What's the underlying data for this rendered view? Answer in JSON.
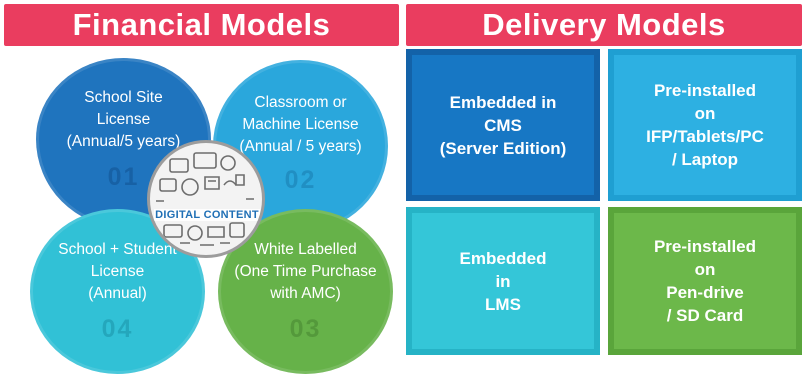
{
  "financial": {
    "title": "Financial Models",
    "center_label": "DIGITAL CONTENT",
    "models": [
      {
        "text": "School Site\nLicense\n(Annual/5 years)",
        "number": "01",
        "color": "#1f74be"
      },
      {
        "text": "Classroom or\nMachine License\n(Annual / 5 years)",
        "number": "02",
        "color": "#2aa7dc"
      },
      {
        "text": "White Labelled\n(One Time Purchase\nwith AMC)",
        "number": "03",
        "color": "#66b249"
      },
      {
        "text": "School + Student\nLicense\n(Annual)",
        "number": "04",
        "color": "#31c1d6"
      }
    ]
  },
  "delivery": {
    "title": "Delivery Models",
    "models": [
      {
        "text": "Embedded in\nCMS\n(Server Edition)",
        "color": "#1777c4"
      },
      {
        "text": "Pre-installed\non\nIFP/Tablets/PC\n/ Laptop",
        "color": "#2db0e2"
      },
      {
        "text": "Embedded\nin\nLMS",
        "color": "#34c6d8"
      },
      {
        "text": "Pre-installed\non\nPen-drive\n/ SD Card",
        "color": "#6cb84a"
      }
    ]
  },
  "colors": {
    "banner": "#ea3d5f"
  }
}
